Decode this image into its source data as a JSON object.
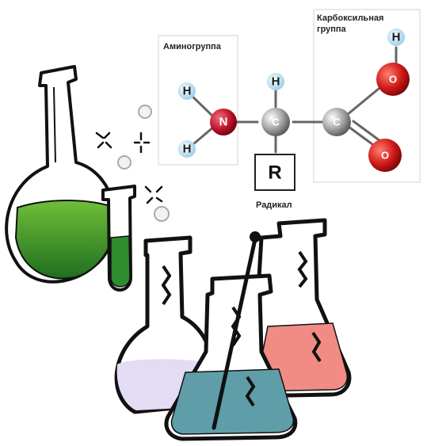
{
  "labels": {
    "amino_group": "Аминогруппа",
    "carboxyl_line1": "Карбоксильная",
    "carboxyl_line2": "группа",
    "radical": "Радикал"
  },
  "atoms": {
    "h_top_left": "H",
    "h_bottom_left": "H",
    "nitrogen": "N",
    "h_alpha": "H",
    "carbon_alpha": "C",
    "carbon_carboxyl": "C",
    "oxygen_hydroxyl": "O",
    "h_hydroxyl": "H",
    "oxygen_double": "O",
    "radical_r": "R"
  },
  "colors": {
    "nitrogen": "#c0152a",
    "oxygen": "#d11a1a",
    "carbon": "#9a9a9a",
    "hydrogen": "#bcdff0",
    "green_liquid": "#2e8b2e",
    "blue_liquid": "#5f9ea8",
    "pink_liquid": "#f08c84",
    "lilac_liquid": "#e4dcf5"
  }
}
